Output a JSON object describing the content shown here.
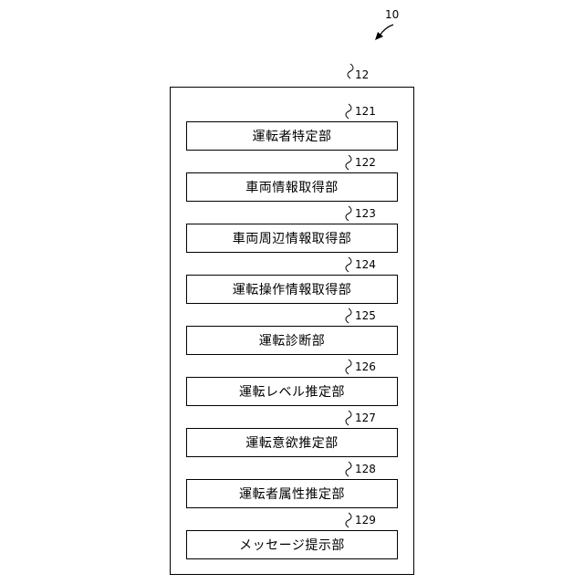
{
  "figure": {
    "system_ref": "10",
    "unit_ref": "12",
    "modules": [
      {
        "ref": "121",
        "label": "運転者特定部"
      },
      {
        "ref": "122",
        "label": "車両情報取得部"
      },
      {
        "ref": "123",
        "label": "車両周辺情報取得部"
      },
      {
        "ref": "124",
        "label": "運転操作情報取得部"
      },
      {
        "ref": "125",
        "label": "運転診断部"
      },
      {
        "ref": "126",
        "label": "運転レベル推定部"
      },
      {
        "ref": "127",
        "label": "運転意欲推定部"
      },
      {
        "ref": "128",
        "label": "運転者属性推定部"
      },
      {
        "ref": "129",
        "label": "メッセージ提示部"
      }
    ]
  }
}
